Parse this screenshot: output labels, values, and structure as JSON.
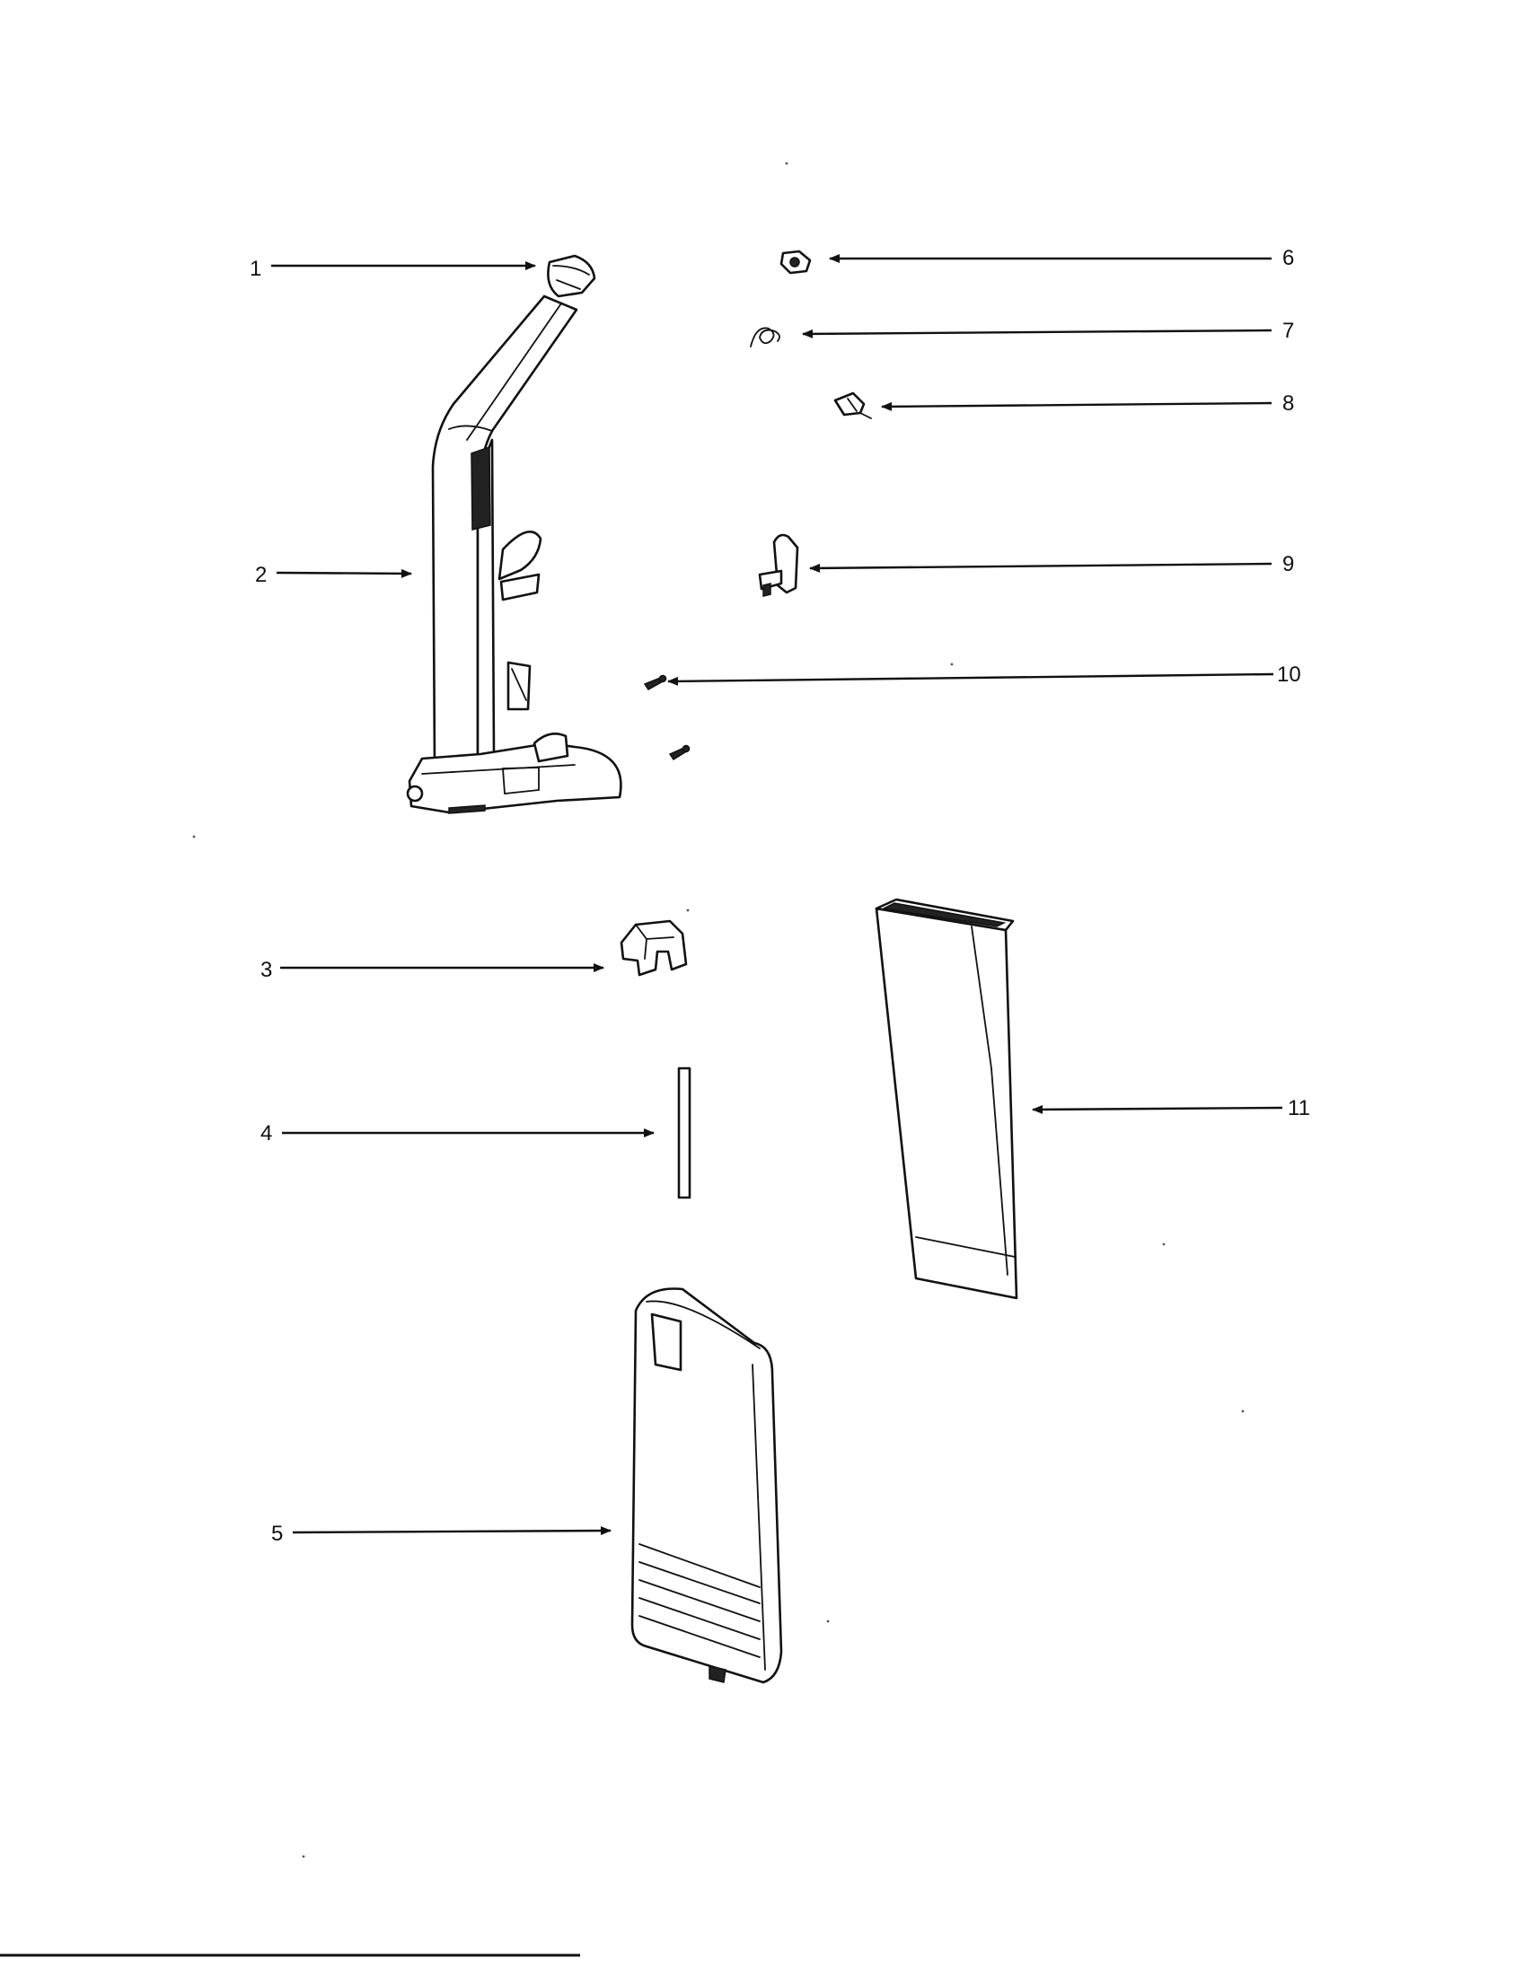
{
  "callouts": {
    "c1": "1",
    "c2": "2",
    "c3": "3",
    "c4": "4",
    "c5": "5",
    "c6": "6",
    "c7": "7",
    "c8": "8",
    "c9": "9",
    "c10": "10",
    "c11": "11"
  },
  "parts": [
    {
      "callout": "1",
      "icon": "end-cap-icon"
    },
    {
      "callout": "2",
      "icon": "handle-body-icon"
    },
    {
      "callout": "3",
      "icon": "cord-hook-bracket-icon"
    },
    {
      "callout": "4",
      "icon": "tube-icon"
    },
    {
      "callout": "5",
      "icon": "bag-door-cover-icon"
    },
    {
      "callout": "6",
      "icon": "nut-icon"
    },
    {
      "callout": "7",
      "icon": "spring-icon"
    },
    {
      "callout": "8",
      "icon": "clip-icon"
    },
    {
      "callout": "9",
      "icon": "latch-icon"
    },
    {
      "callout": "10",
      "icon": "screw-icon"
    },
    {
      "callout": "11",
      "icon": "dust-bag-icon"
    }
  ],
  "colors": {
    "ink": "#111111",
    "paper": "#ffffff"
  }
}
